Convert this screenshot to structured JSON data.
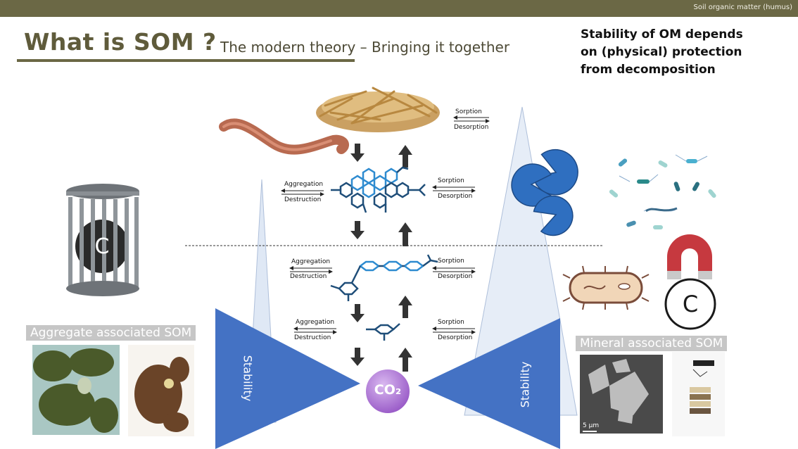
{
  "header": {
    "section_label": "Soil organic matter (humus)"
  },
  "title": "What is SOM ?",
  "subtitle": "The modern theory – Bringing it together",
  "note": "Stability of OM depends on (physical) protection from decomposition",
  "levels": [
    {
      "left_top": "Aggregation",
      "left_bottom": "Destruction",
      "right_top": "Sorption",
      "right_bottom": "Desorption"
    },
    {
      "left_top": "Aggregation",
      "left_bottom": "Destruction",
      "right_top": "Sorption",
      "right_bottom": "Desorption"
    },
    {
      "left_top": "Aggregation",
      "left_bottom": "Destruction",
      "right_top": "Sorption",
      "right_bottom": "Desorption"
    }
  ],
  "litter_labels": {
    "top": "Sorption",
    "bottom": "Desorption"
  },
  "stability_left": "Stability",
  "stability_right": "Stability",
  "co2_label": "CO₂",
  "carbon_symbol": "C",
  "aggregate_caption": "Aggregate associated SOM",
  "mineral_caption": "Mineral associated SOM",
  "scale_bar": "5 µm",
  "colors": {
    "header": "#6b6845",
    "triangle": "#4472c4",
    "co2": "#b07cd6",
    "pacman": "#2f6fc0"
  }
}
